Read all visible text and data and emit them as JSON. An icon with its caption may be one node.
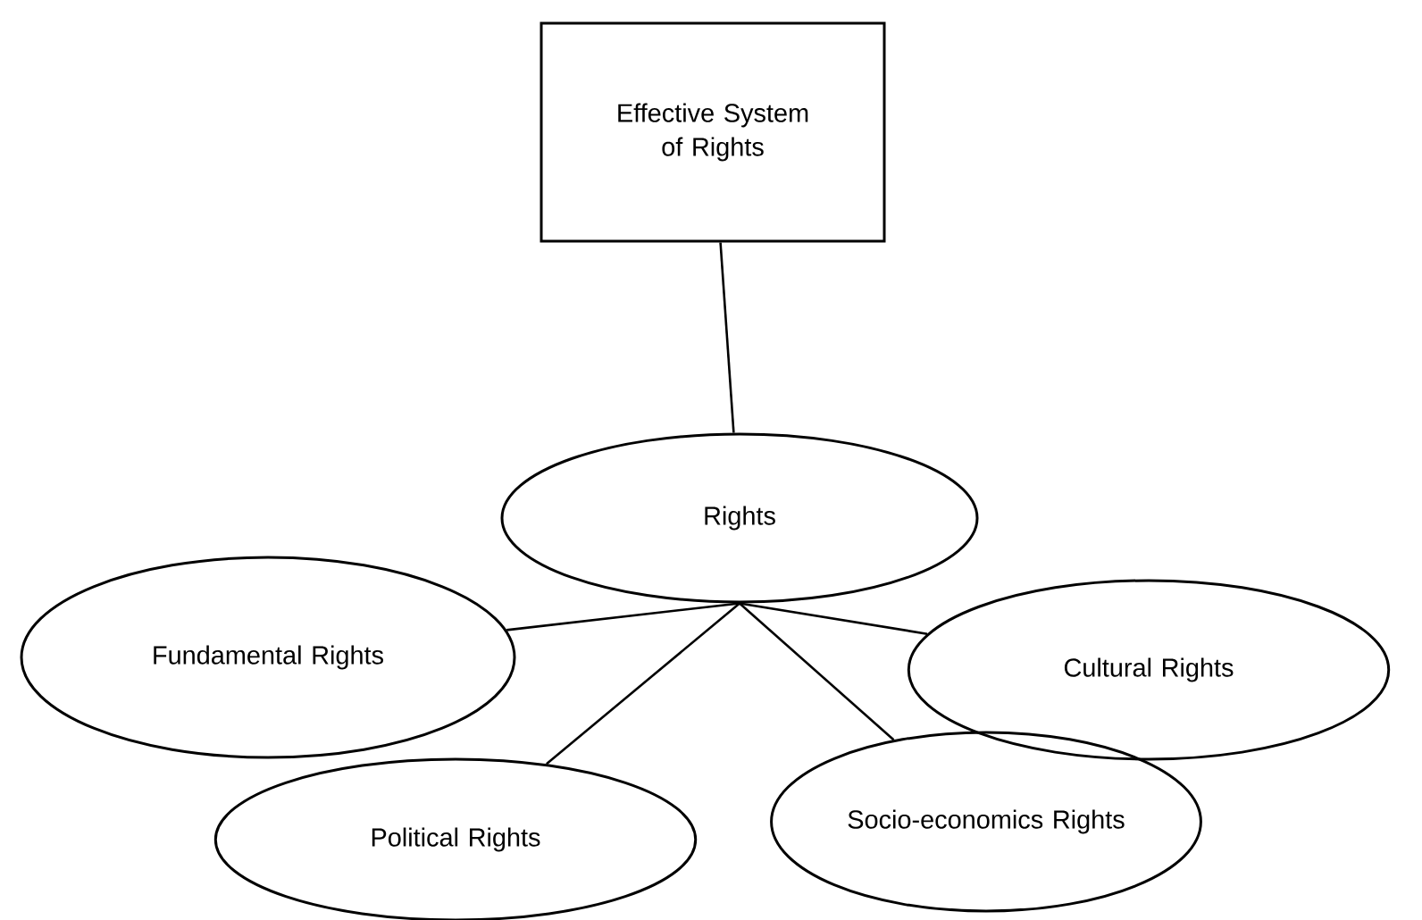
{
  "diagram": {
    "nodes": [
      {
        "text": [
          "Effective System of Rights"
        ]
      },
      {
        "text": [
          "Rights"
        ]
      },
      {
        "text": [
          "Fundamental Rights"
        ]
      },
      {
        "text": [
          "Cultural Rights"
        ]
      },
      {
        "text": [
          "Political Rights"
        ]
      },
      {
        "text": [
          "Socio-economics Rights"
        ]
      }
    ],
    "edges": [
      {
        "from": 0,
        "to": 1,
        "arrow": "none"
      },
      {
        "from": 1,
        "to": 2,
        "arrow": "none"
      },
      {
        "from": 1,
        "to": 3,
        "arrow": "none"
      },
      {
        "from": 1,
        "to": 4,
        "arrow": "none"
      },
      {
        "from": 1,
        "to": 5,
        "arrow": "none"
      }
    ]
  }
}
